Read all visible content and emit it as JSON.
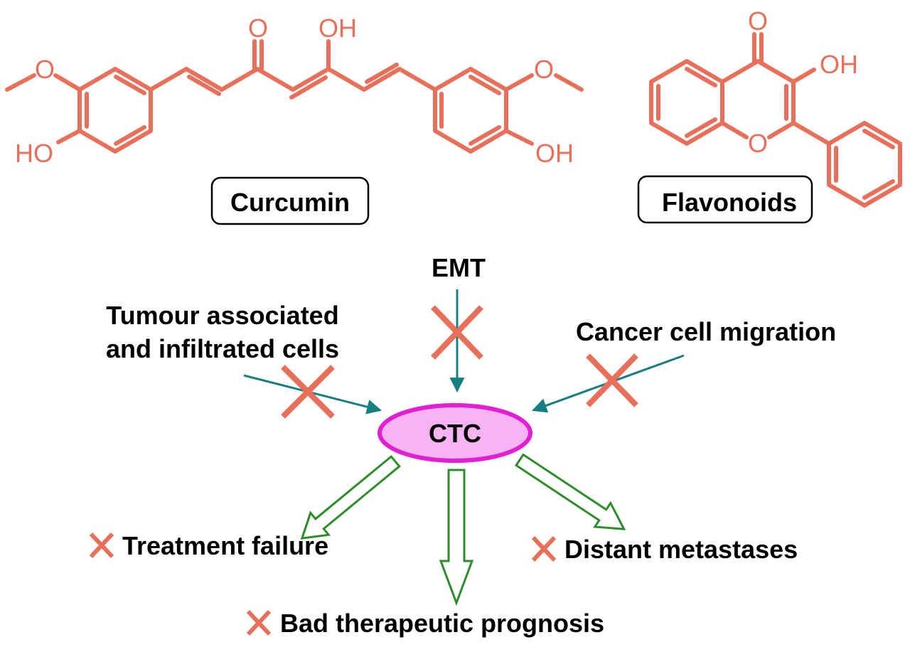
{
  "compounds": {
    "curcumin": {
      "name": "Curcumin",
      "atoms": {
        "keto_o": "O",
        "enol_oh": "OH",
        "left_oh": "HO",
        "right_oh": "OH",
        "left_ome": "O",
        "right_ome": "O"
      }
    },
    "flavonoid": {
      "name": "Flavonoids",
      "atoms": {
        "keto_o": "O",
        "oh": "OH",
        "ring_o": "O"
      }
    }
  },
  "inputs": {
    "emt": "EMT",
    "tumour_line1": "Tumour associated",
    "tumour_line2": "and infiltrated cells",
    "migration": "Cancer cell migration"
  },
  "center": {
    "label": "CTC"
  },
  "outcomes": {
    "treatment": "Treatment failure",
    "prognosis": "Bad therapeutic prognosis",
    "metastases": "Distant metastases"
  },
  "colors": {
    "structure": "#e8705a",
    "inhibit_cross": "#e8705a",
    "input_arrow": "#167f82",
    "outcome_arrow": "#2f8c2a",
    "ctc_fill": "#f7b3f2",
    "ctc_stroke": "#e11fd3"
  }
}
